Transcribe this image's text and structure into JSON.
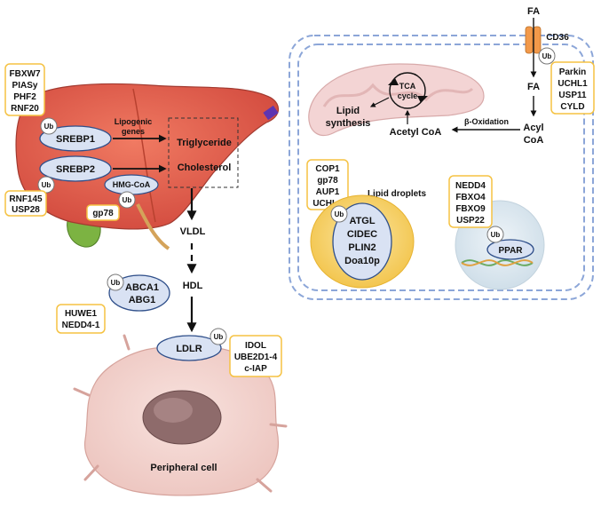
{
  "liver": {
    "ub_group_top": [
      "FBXW7",
      "PIASy",
      "PHF2",
      "RNF20"
    ],
    "srebp1": "SREBP1",
    "srebp2": "SREBP2",
    "hmgcoa": "HMG-CoA",
    "lipogenic_genes": [
      "Lipogenic",
      "genes"
    ],
    "triglyceride": "Triglyceride",
    "cholesterol": "Cholesterol",
    "ub_group_srebp2": [
      "RNF145",
      "USP28"
    ],
    "gp78": "gp78"
  },
  "transport": {
    "vldl": "VLDL",
    "hdl": "HDL",
    "abca1": "ABCA1",
    "abg1": "ABG1",
    "ub_group_abca1": [
      "HUWE1",
      "NEDD4-1"
    ],
    "ldlr": "LDLR",
    "ub_group_ldlr": [
      "IDOL",
      "UBE2D1-4",
      "c-IAP"
    ],
    "peripheral_cell": "Peripheral cell"
  },
  "cell": {
    "fa_top": "FA",
    "cd36": "CD36",
    "ub_group_cd36": [
      "Parkin",
      "UCHL1",
      "USP11",
      "CYLD"
    ],
    "fa_inner": "FA",
    "acyl_coa": [
      "Acyl",
      "CoA"
    ],
    "beta_oxidation": "β-Oxidation",
    "acetyl_coa": "Acetyl CoA",
    "tca_cycle": [
      "TCA",
      "cycle"
    ],
    "lipid_synthesis": [
      "Lipid",
      "synthesis"
    ],
    "ub_group_ld": [
      "COP1",
      "gp78",
      "AUP1",
      "UCHL1"
    ],
    "lipid_droplets": "Lipid droplets",
    "ld_proteins": [
      "ATGL",
      "CIDEC",
      "PLIN2",
      "Doa10p"
    ],
    "ub_group_ppar": [
      "NEDD4",
      "FBXO4",
      "FBXO9",
      "USP22"
    ],
    "ppar": "PPAR"
  },
  "ub_label": "Ub",
  "colors": {
    "ub_box_border": "#f5c242",
    "protein_fill": "#d9e2f3",
    "protein_stroke": "#2f4f8a",
    "liver": "#e2584a",
    "mito": "#f0cfcf",
    "droplet": "#f4c957",
    "cell_border": "#8ca6d8",
    "nucleus_bg": "#dde8ef",
    "peripheral": "#f2d3cf"
  }
}
